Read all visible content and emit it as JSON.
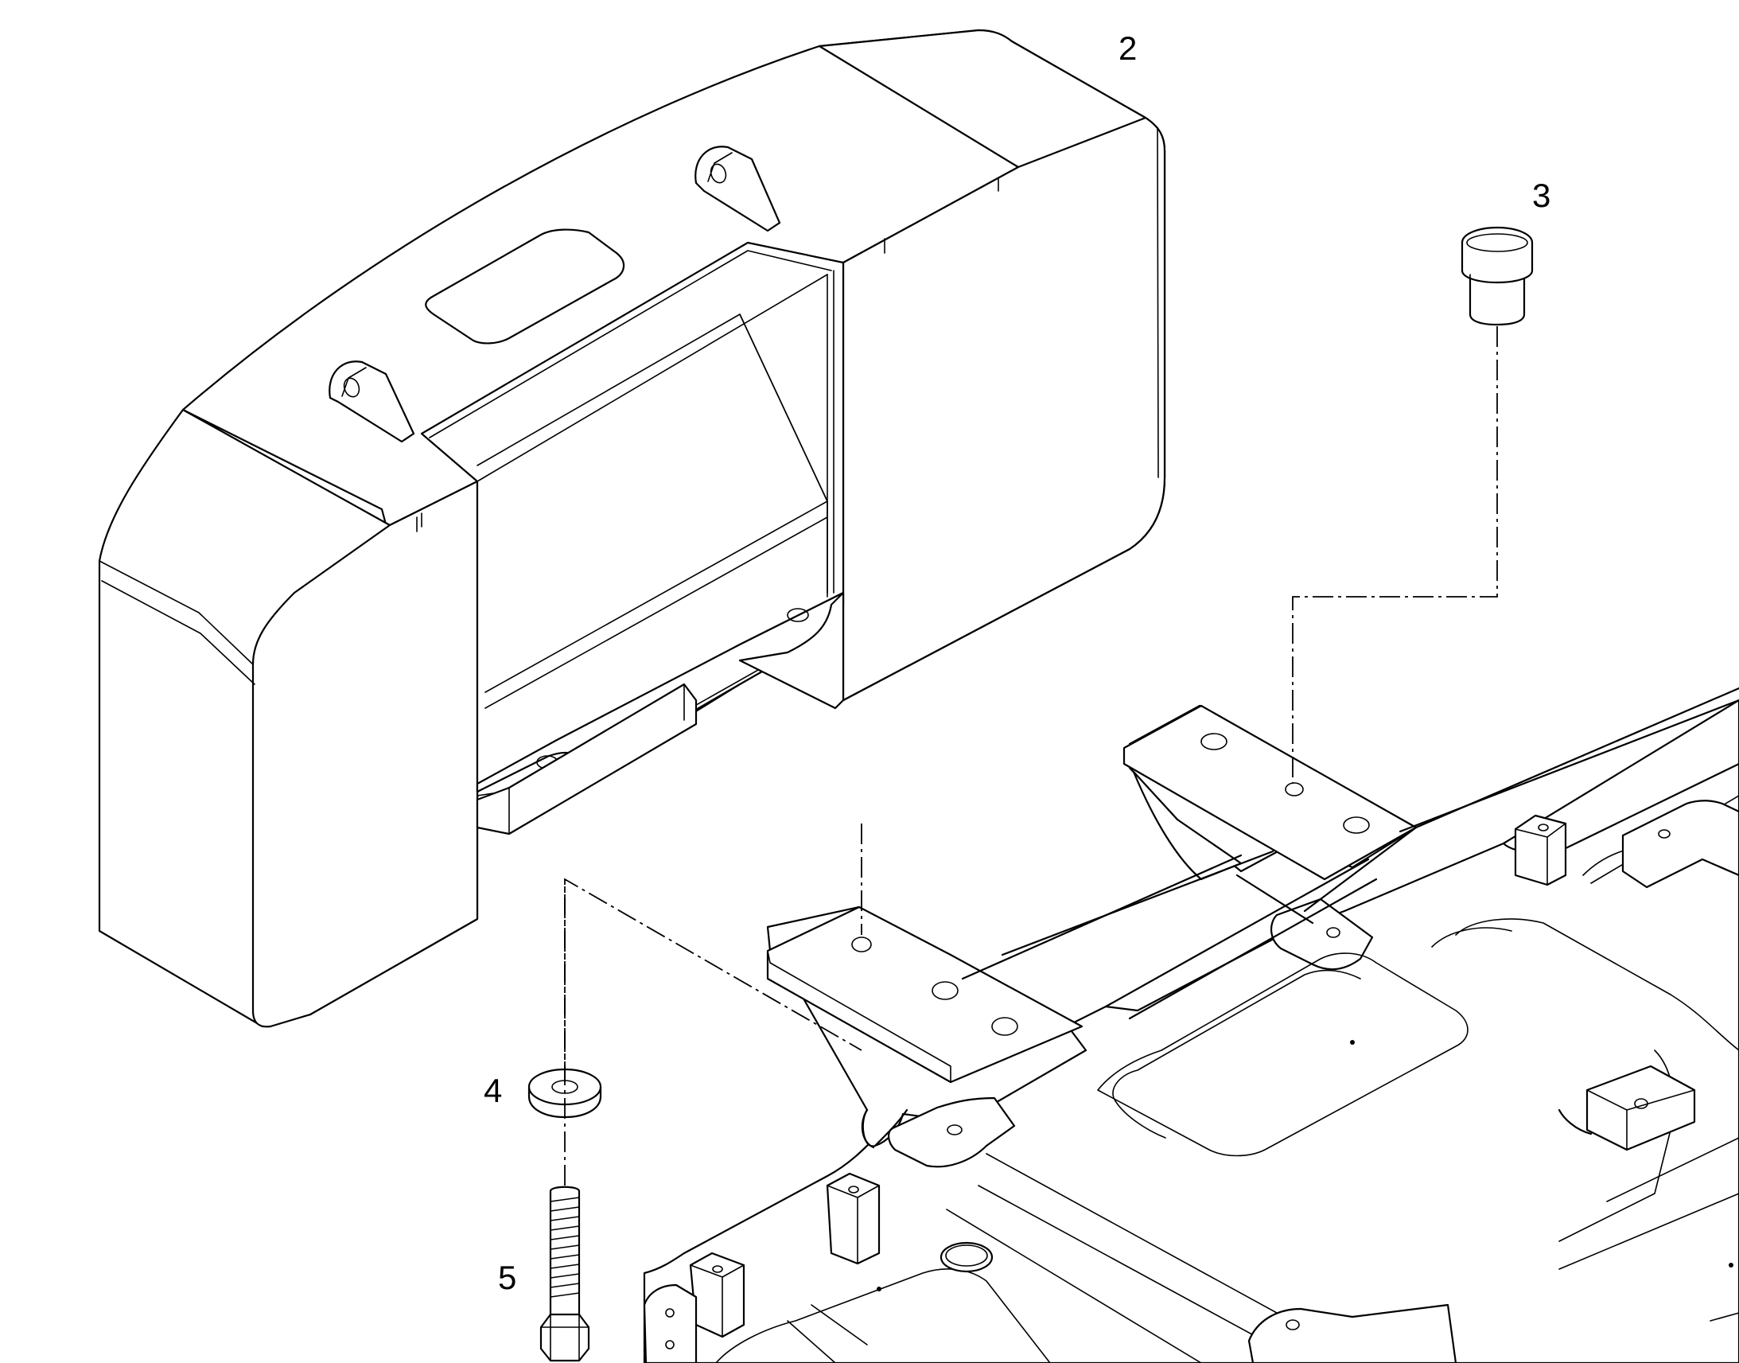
{
  "callouts": [
    {
      "id": "counterweight",
      "label": "2"
    },
    {
      "id": "cap",
      "label": "3"
    },
    {
      "id": "washer",
      "label": "4"
    },
    {
      "id": "bolt",
      "label": "5"
    }
  ],
  "colors": {
    "line": "#000000",
    "background": "#ffffff"
  }
}
